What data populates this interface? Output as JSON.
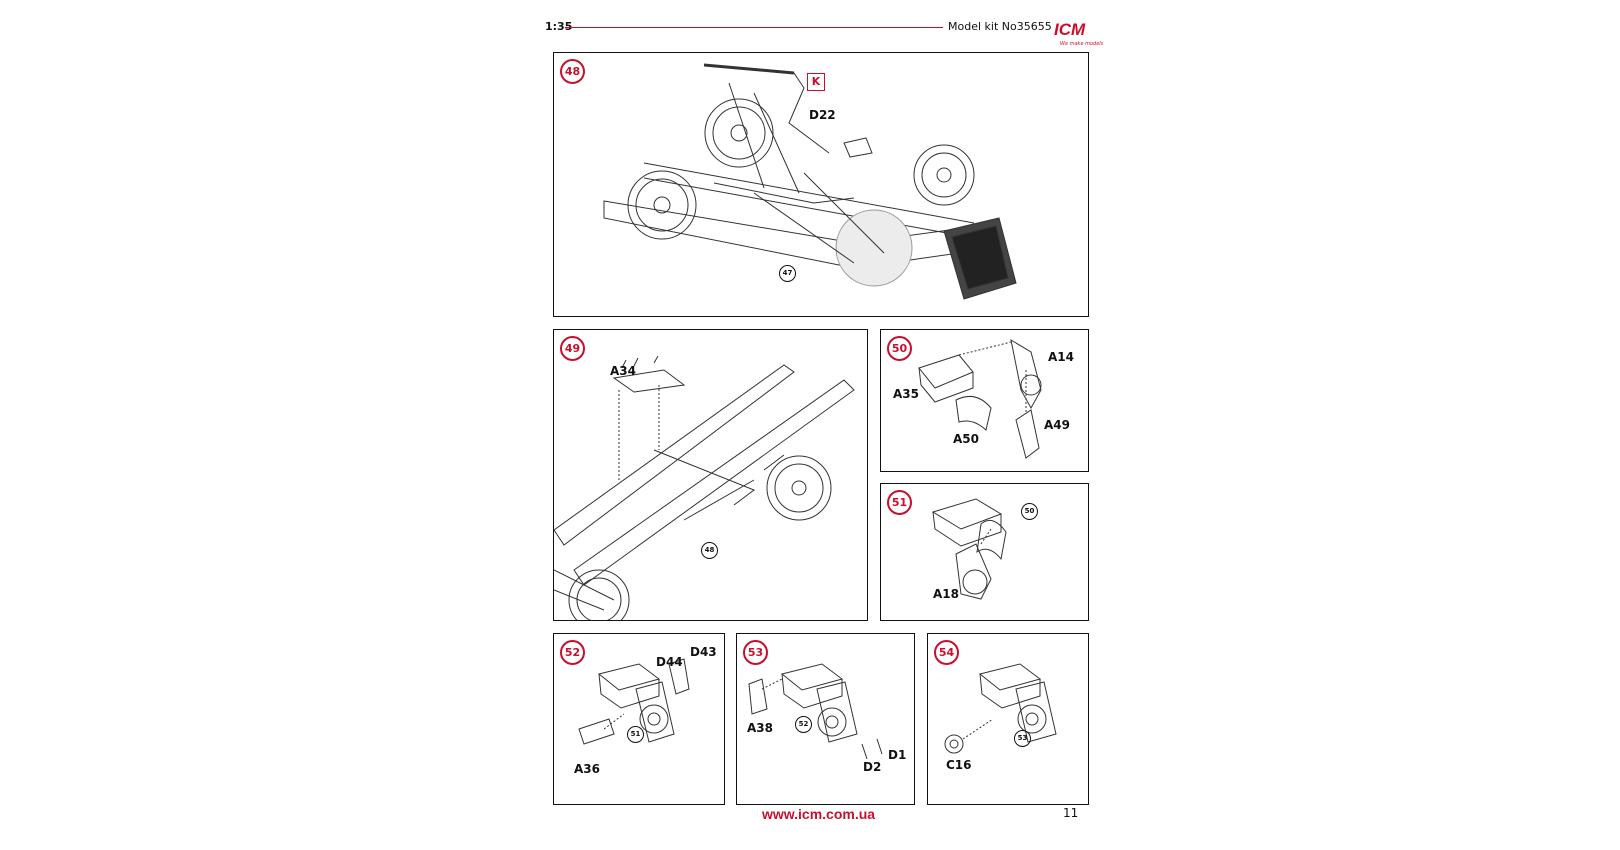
{
  "header": {
    "scale": "1:35",
    "model": "Model kit No35655",
    "logo_text": "ICM",
    "logo_tagline": "We make models"
  },
  "steps": {
    "s48": {
      "number": "48",
      "labels": {
        "K": "K",
        "D22": "D22"
      },
      "ref": "47"
    },
    "s49": {
      "number": "49",
      "labels": {
        "A34": "A34"
      },
      "ref": "48"
    },
    "s50": {
      "number": "50",
      "labels": {
        "A14": "A14",
        "A35": "A35",
        "A49": "A49",
        "A50": "A50"
      }
    },
    "s51": {
      "number": "51",
      "labels": {
        "A18": "A18"
      },
      "ref": "50"
    },
    "s52": {
      "number": "52",
      "labels": {
        "D44": "D44",
        "D43": "D43",
        "A36": "A36"
      },
      "ref": "51"
    },
    "s53": {
      "number": "53",
      "labels": {
        "A38": "A38",
        "D2": "D2",
        "D1": "D1"
      },
      "ref": "52"
    },
    "s54": {
      "number": "54",
      "labels": {
        "C16": "C16"
      },
      "ref": "53"
    }
  },
  "footer": {
    "url": "www.icm.com.ua",
    "page_number": "11"
  },
  "colors": {
    "accent": "#c8102e"
  }
}
